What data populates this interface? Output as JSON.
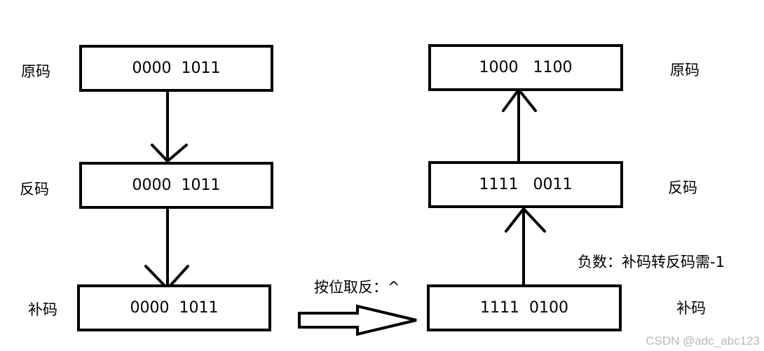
{
  "left": {
    "labels": [
      "原码",
      "反码",
      "补码"
    ],
    "values": [
      "0000  1011",
      "0000  1011",
      "0000  1011"
    ]
  },
  "right": {
    "labels": [
      "原码",
      "反码",
      "补码"
    ],
    "values": [
      "1000   1100",
      "1111   0011",
      "1111  0100"
    ]
  },
  "notes": {
    "invert": "按位取反：^",
    "negative": "负数：补码转反码需-1"
  },
  "watermark": "CSDN @adc_abc123"
}
